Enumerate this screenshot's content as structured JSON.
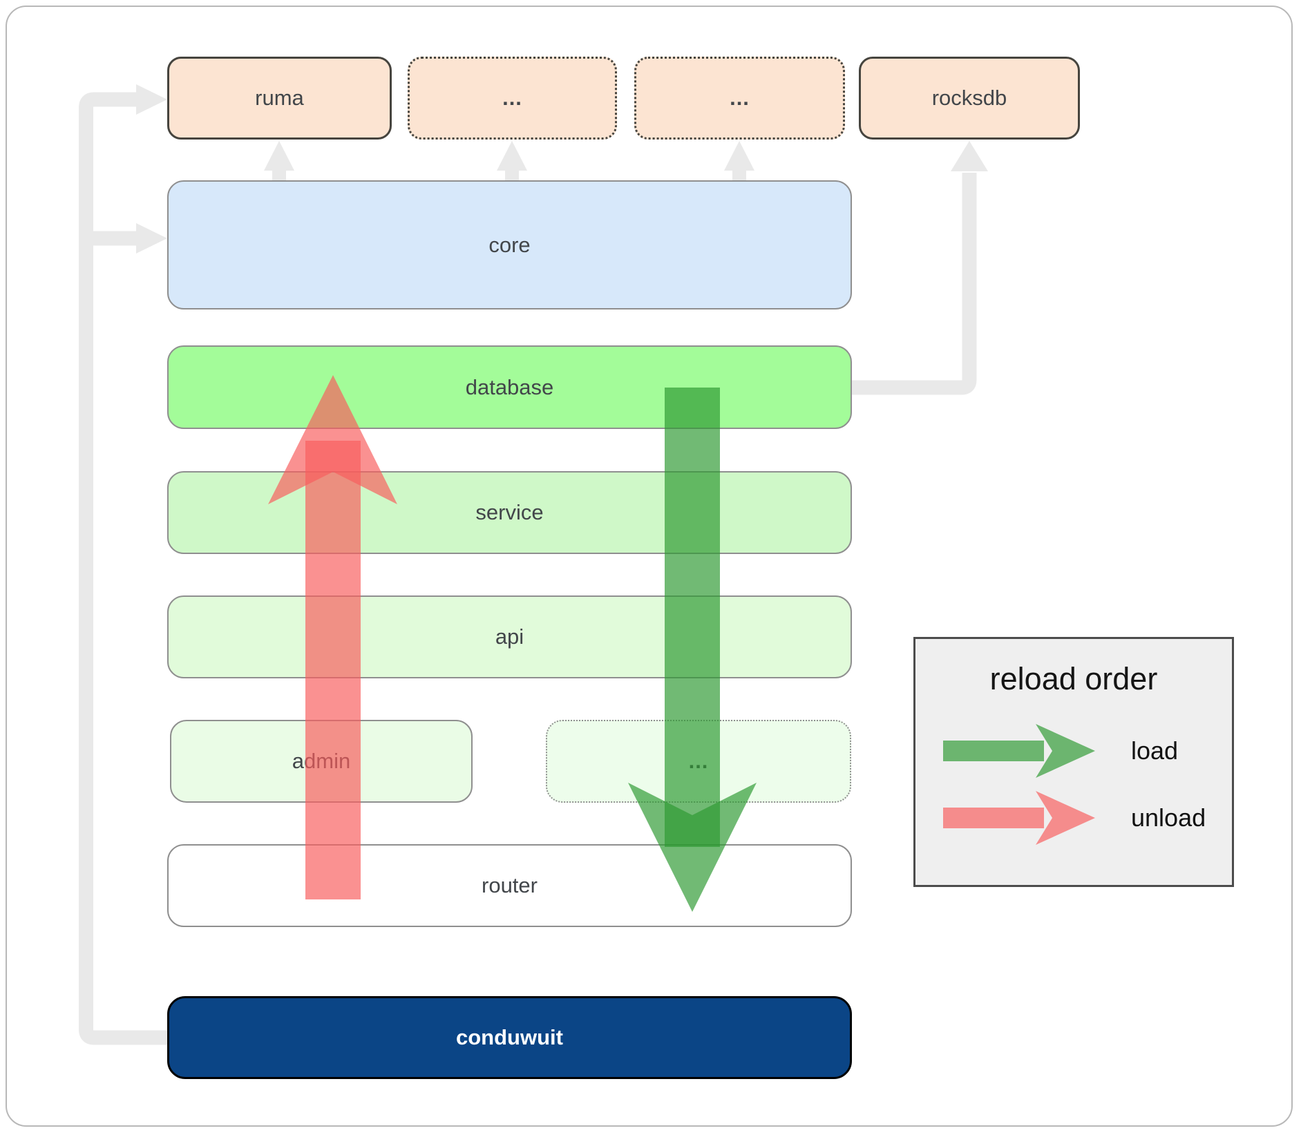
{
  "diagram": {
    "nodes": {
      "ruma": "ruma",
      "deps_more_1": "...",
      "deps_more_2": "...",
      "rocksdb": "rocksdb",
      "core": "core",
      "database": "database",
      "service": "service",
      "api": "api",
      "admin": "admin",
      "admin_more": "...",
      "router": "router",
      "conduwuit": "conduwuit"
    },
    "legend": {
      "title": "reload order",
      "items": [
        {
          "label": "load",
          "color": "#2d9932"
        },
        {
          "label": "unload",
          "color": "#f75d5d"
        }
      ]
    }
  },
  "colors": {
    "frame-border": "#b8b8b8",
    "connector": "#e9e9e9",
    "peach": "#fce4d2",
    "peach-border": "#46443e",
    "box-border": "#8f8f8f",
    "core-fill": "#d7e8fa",
    "database-fill": "#a3fc99",
    "service-fill": "#cff8c8",
    "api-fill": "#e1fbda",
    "admin-fill": "#eafce6",
    "admin-more-fill": "#edfdeb",
    "router-fill": "#ffffff",
    "conduwuit-fill": "#0b4586",
    "conduwuit-text": "#ffffff",
    "legend-bg": "#efefef",
    "legend-border": "#4c4c4c",
    "text": "#42464a",
    "load-green": "#2d9932",
    "unload-red": "#f75d5d"
  }
}
